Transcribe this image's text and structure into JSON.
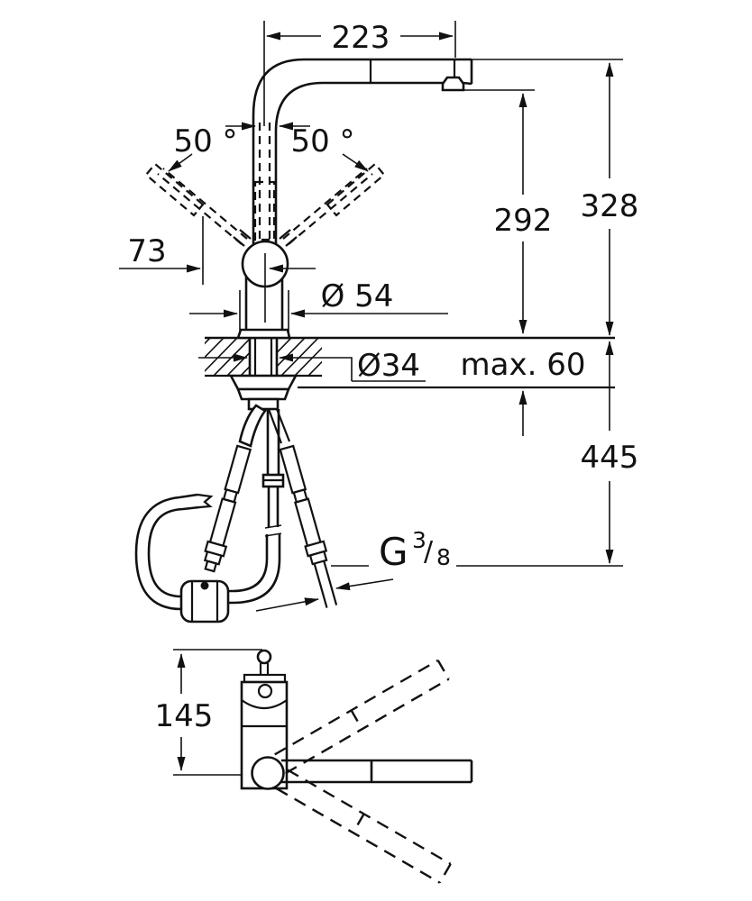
{
  "drawing": {
    "type": "technical-dimension-drawing",
    "subject": "kitchen mixer tap with pull-out spout, side view with mounting section and top view",
    "colors": {
      "line": "#111111",
      "background": "#ffffff"
    },
    "dimensions": {
      "spout_reach": "223",
      "swivel_left": "50 °",
      "swivel_right": "50 °",
      "lever_offset": "73",
      "outlet_height": "292",
      "total_height": "328",
      "base_diameter": "Ø 54",
      "hole_diameter": "Ø34",
      "max_deck_thickness": "max. 60",
      "below_deck_height": "445",
      "top_view_depth": "145",
      "thread_g": "G",
      "thread_numerator": "3",
      "thread_slash": "/",
      "thread_denominator": "8"
    }
  }
}
